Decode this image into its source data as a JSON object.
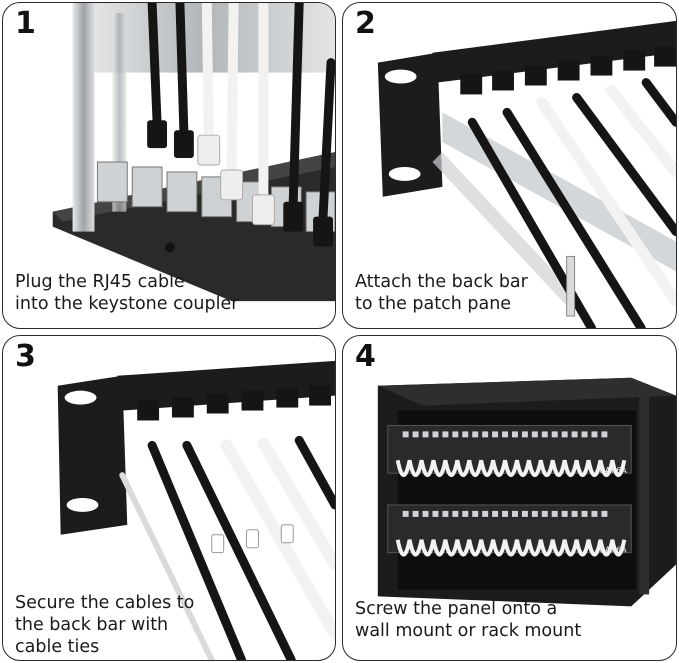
{
  "steps": [
    {
      "number": "1",
      "caption": [
        "Plug the RJ45 cable",
        "into the keystone coupler"
      ]
    },
    {
      "number": "2",
      "caption": [
        "Attach the back bar",
        "to the patch pane"
      ]
    },
    {
      "number": "3",
      "caption": [
        "Secure the cables to",
        "the back bar with",
        "cable ties"
      ]
    },
    {
      "number": "4",
      "caption": [
        "Screw the panel onto a",
        "wall mount or rack mount"
      ]
    }
  ],
  "panel_labels": {
    "row_a": "CAT.6A",
    "row_b": "CAT.6A"
  },
  "colors": {
    "panel_metal": "#b8bcc0",
    "rack_black": "#1c1c1e",
    "cable_white": "#f2f2f2",
    "cable_black": "#151515"
  }
}
